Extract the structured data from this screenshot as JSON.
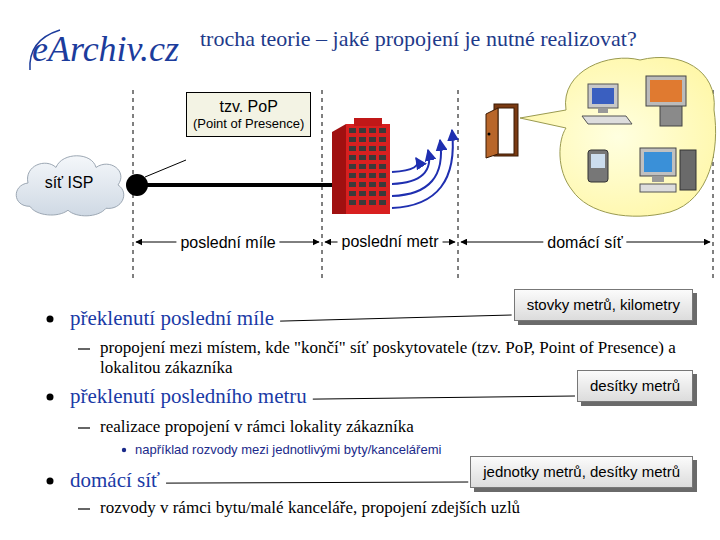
{
  "diagram": {
    "title": "trocha teorie – jaké propojení je nutné realizovat?",
    "nodes": [
      {
        "text": [
          "síť ISP"
        ]
      },
      {
        "text": [
          "tzv. PoP",
          "(Point of Presence)"
        ]
      },
      {
        "text": [
          "stovky metrů, kilometry"
        ]
      },
      {
        "text": [
          "desítky metrů"
        ]
      },
      {
        "text": [
          "jednotky metrů, desítky metrů"
        ]
      }
    ],
    "labels": [
      "eArchiv.cz",
      "poslední míle",
      "poslední metr",
      "domácí síť",
      "překlenutí poslední míle",
      "propojení mezi místem, kde \"končí\" síť poskytovatele (tzv. PoP, Point of Presence) a lokalitou zákazníka",
      "překlenutí posledního metru",
      "realizace propojení v rámci lokality zákazníka",
      "například rozvody mezi jednotlivými byty/kancelářemi",
      "domácí síť",
      "rozvody v rámci bytu/malé kanceláře, propojení zdejších uzlů"
    ]
  }
}
